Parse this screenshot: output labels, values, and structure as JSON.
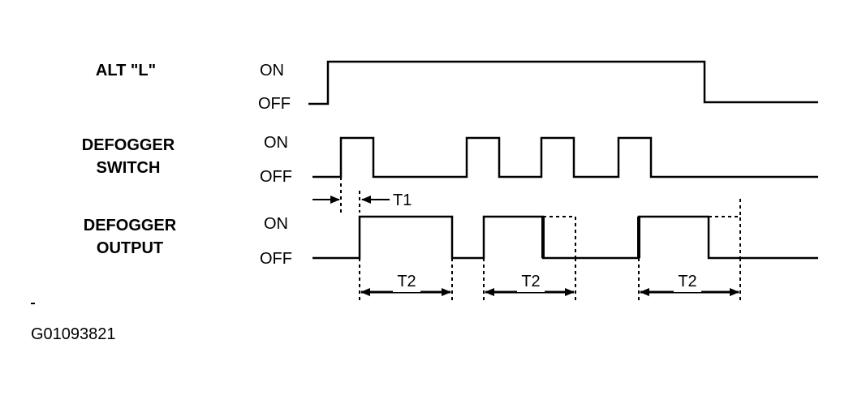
{
  "signals": [
    {
      "id": "alt-l",
      "name_lines": [
        "ALT \"L\""
      ],
      "on_label": "ON",
      "off_label": "OFF"
    },
    {
      "id": "defogger-switch",
      "name_lines": [
        "DEFOGGER",
        "SWITCH"
      ],
      "on_label": "ON",
      "off_label": "OFF"
    },
    {
      "id": "defogger-output",
      "name_lines": [
        "DEFOGGER",
        "OUTPUT"
      ],
      "on_label": "ON",
      "off_label": "OFF"
    }
  ],
  "timing_labels": {
    "t1": "T1",
    "t2": [
      "T2",
      "T2",
      "T2"
    ]
  },
  "figure_id": "G01093821"
}
